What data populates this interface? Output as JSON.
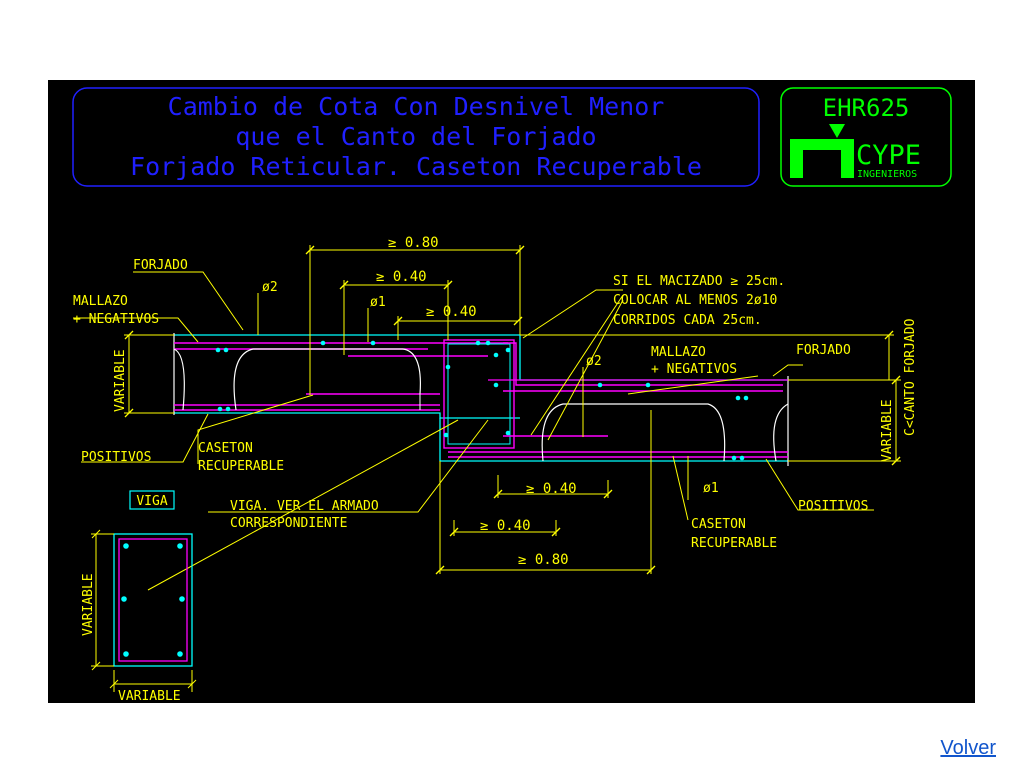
{
  "title": {
    "line1": "Cambio de Cota Con Desnivel Menor",
    "line2": "que el Canto del Forjado",
    "line3": "Forjado Reticular. Caseton Recuperable"
  },
  "logo": {
    "code": "EHR625",
    "brand": "CYPE",
    "sub": "INGENIEROS"
  },
  "labels": {
    "forjado_left": "FORJADO",
    "forjado_right": "FORJADO",
    "mallazo_left_1": "MALLAZO",
    "mallazo_left_2": "+ NEGATIVOS",
    "mallazo_right_1": "MALLAZO",
    "mallazo_right_2": "+ NEGATIVOS",
    "phi2_left": "ø2",
    "phi2_right": "ø2",
    "phi1_top": "ø1",
    "phi1_bottom": "ø1",
    "variable_left": "VARIABLE",
    "variable_right": "VARIABLE",
    "canto": "C<CANTO FORJADO",
    "positivos_left": "POSITIVOS",
    "positivos_right": "POSITIVOS",
    "caseton_left_1": "CASETON",
    "caseton_left_2": "RECUPERABLE",
    "caseton_right_1": "CASETON",
    "caseton_right_2": "RECUPERABLE",
    "viga_box": "VIGA",
    "viga_ref_1": "VIGA. VER EL ARMADO",
    "viga_ref_2": "CORRESPONDIENTE",
    "note_1": "SI EL MACIZADO ≥ 25cm.",
    "note_2": "COLOCAR AL MENOS 2ø10",
    "note_3": "CORRIDOS CADA 25cm.",
    "viga_variable_v": "VARIABLE",
    "viga_variable_h": "VARIABLE"
  },
  "dimensions": {
    "top_080": "≥ 0.80",
    "top_040": "≥ 0.40",
    "mid_040": "≥ 0.40",
    "low_040": "≥ 0.40",
    "bot_040": "≥ 0.40",
    "bot_080": "≥ 0.80"
  },
  "colors": {
    "title": "#2020ff",
    "logo": "#00ff00",
    "text": "#ffff00",
    "rebar": "#ff00ff",
    "concrete": "#00ffff"
  },
  "nav": {
    "back": "Volver"
  }
}
